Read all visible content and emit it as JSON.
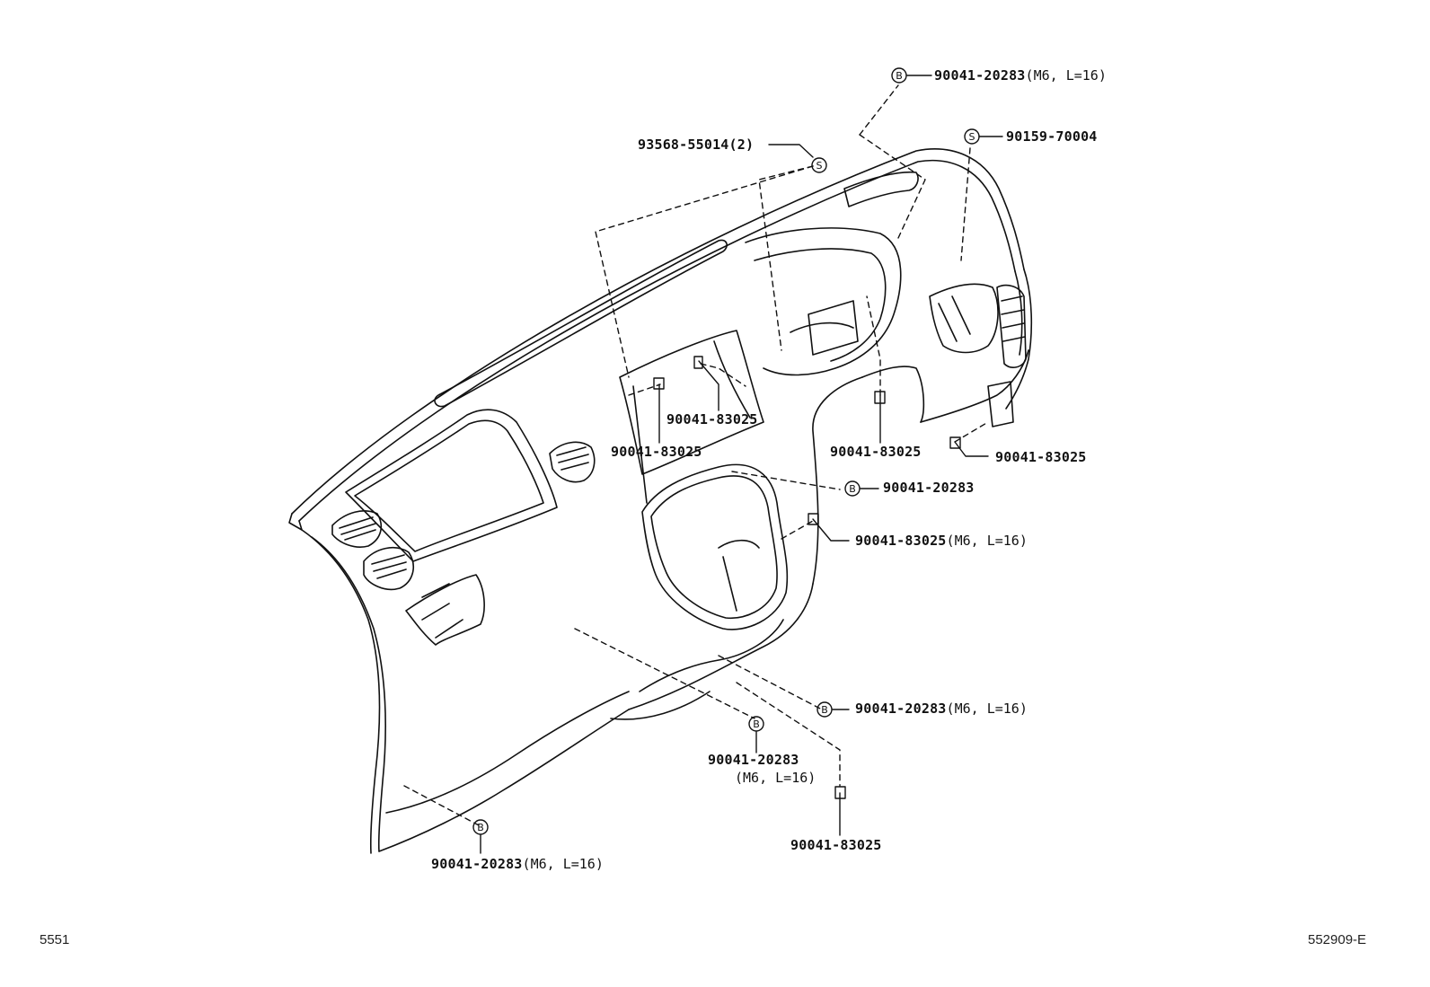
{
  "footer": {
    "left_id": "5551",
    "right_id": "552909-E"
  },
  "symbols": {
    "bolt": "B",
    "screw": "S"
  },
  "callouts": [
    {
      "id": "c1",
      "part": "90041-20283",
      "spec": "(M6, L=16)"
    },
    {
      "id": "c2",
      "part": "93568-55014",
      "qty": "(2)"
    },
    {
      "id": "c3",
      "part": "90159-70004"
    },
    {
      "id": "c4",
      "part": "90041-83025"
    },
    {
      "id": "c5",
      "part": "90041-83025"
    },
    {
      "id": "c6",
      "part": "90041-83025"
    },
    {
      "id": "c7",
      "part": "90041-83025"
    },
    {
      "id": "c8",
      "part": "90041-20283"
    },
    {
      "id": "c9",
      "part": "90041-83025",
      "spec": "(M6, L=16)"
    },
    {
      "id": "c10",
      "part": "90041-20283",
      "spec": "(M6, L=16)"
    },
    {
      "id": "c11",
      "part": "90041-20283",
      "spec": "(M6, L=16)"
    },
    {
      "id": "c12",
      "part": "90041-83025"
    },
    {
      "id": "c13",
      "part": "90041-20283",
      "spec": "(M6, L=16)"
    }
  ]
}
